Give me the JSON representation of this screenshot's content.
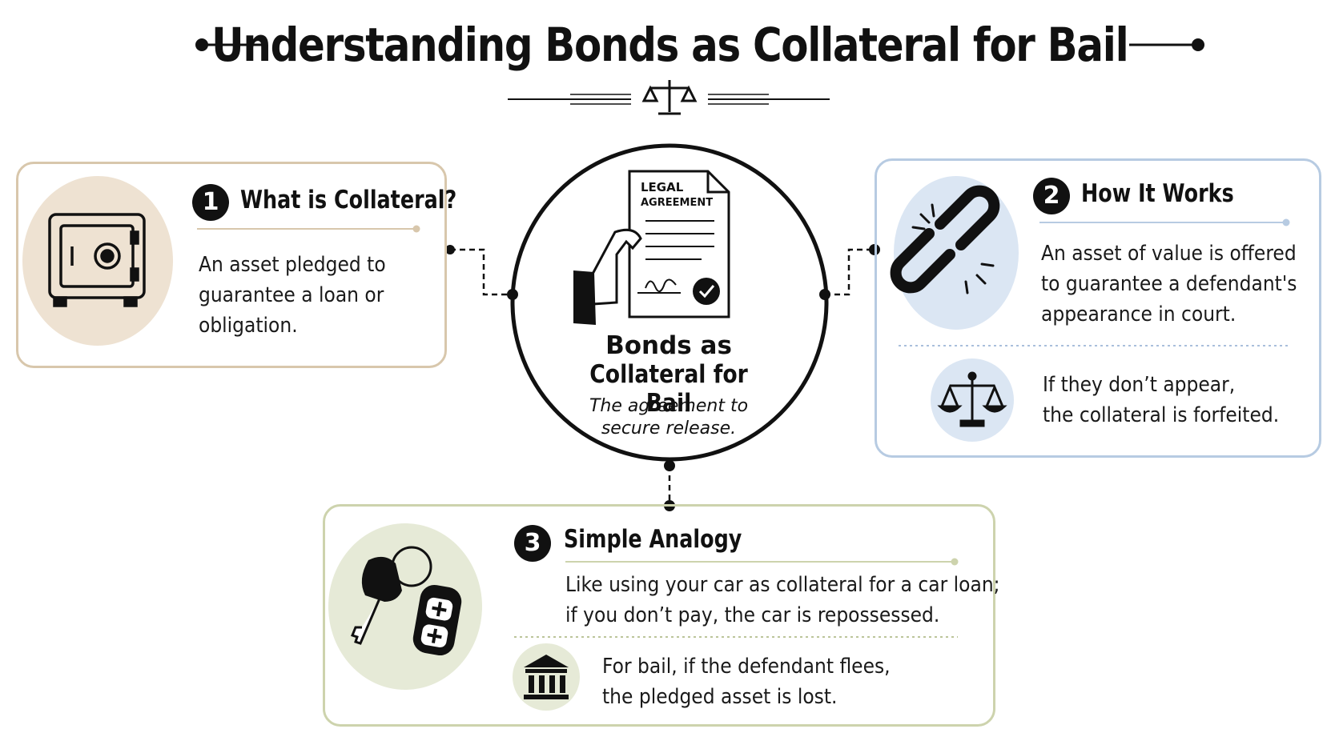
{
  "page": {
    "title": "Understanding Bonds as Collateral for Bail"
  },
  "center": {
    "document_label_line1": "LEGAL",
    "document_label_line2": "AGREEMENT",
    "title_line1": "Bonds as",
    "title_line2": "Collateral for Bail",
    "subtitle_line1": "The agreement to",
    "subtitle_line2": "secure release."
  },
  "cards": {
    "collateral": {
      "number": "1",
      "title": "What is Collateral?",
      "text_lines": [
        "An asset pledged to",
        "guarantee a loan or",
        "obligation."
      ],
      "icon": "safe-icon"
    },
    "how_it_works": {
      "number": "2",
      "title": "How It Works",
      "text_lines": [
        "An asset of value is offered",
        "to guarantee a defendant's",
        "appearance in court."
      ],
      "sub_text_lines": [
        "If they don’t appear,",
        "the collateral is forfeited."
      ],
      "icon": "broken-chain-icon",
      "sub_icon": "scales-icon"
    },
    "analogy": {
      "number": "3",
      "title": "Simple Analogy",
      "text_lines": [
        "Like using your car as collateral for a car loan;",
        "if you don’t pay, the car is repossessed."
      ],
      "sub_text_lines": [
        "For bail, if the defendant flees,",
        "the pledged asset is lost."
      ],
      "icon": "car-keys-icon",
      "sub_icon": "courthouse-icon"
    }
  },
  "colors": {
    "card1_border": "#d8c7ac",
    "card1_circle": "#eee2d2",
    "card2_border": "#b7cbe2",
    "card2_circle": "#dbe6f3",
    "card3_border": "#cdd3ad",
    "card3_circle": "#e6ead7",
    "ink": "#111111"
  }
}
